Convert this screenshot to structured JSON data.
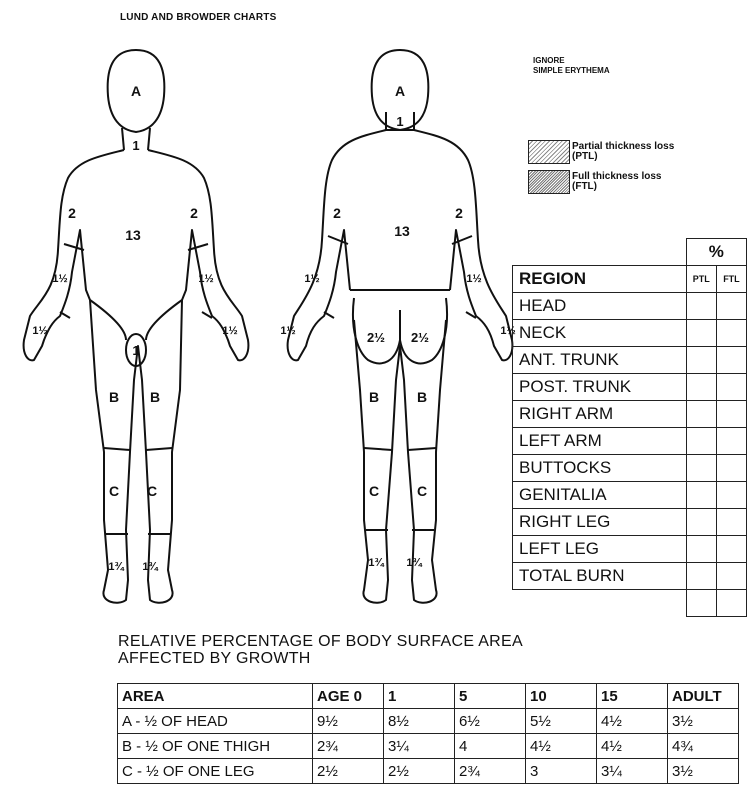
{
  "title": "LUND AND BROWDER CHARTS",
  "ignore_note": [
    "IGNORE",
    "SIMPLE ERYTHEMA"
  ],
  "legend": [
    {
      "label": "Partial thickness loss",
      "abbr": "(PTL)"
    },
    {
      "label": "Full thickness loss",
      "abbr": "(FTL)"
    }
  ],
  "front_labels": {
    "head": "A",
    "neck": "1",
    "trunk": "13",
    "upper_arm_r": "2",
    "upper_arm_l": "2",
    "forearm_r": "1½",
    "forearm_l": "1½",
    "hand_r": "1½",
    "hand_l": "1½",
    "genitalia": "1",
    "thigh_r": "B",
    "thigh_l": "B",
    "leg_r": "C",
    "leg_l": "C",
    "foot_r": "1¾",
    "foot_l": "1¾"
  },
  "back_labels": {
    "head": "A",
    "neck": "1",
    "trunk": "13",
    "upper_arm_r": "2",
    "upper_arm_l": "2",
    "forearm_r": "1½",
    "forearm_l": "1½",
    "hand_r": "1½",
    "hand_l": "1½",
    "buttock_r": "2½",
    "buttock_l": "2½",
    "thigh_r": "B",
    "thigh_l": "B",
    "leg_r": "C",
    "leg_l": "C",
    "foot_r": "1¾",
    "foot_l": "1¾"
  },
  "region_table": {
    "percent_header": "%",
    "region_header": "REGION",
    "col_ptl": "PTL",
    "col_ftl": "FTL",
    "rows": [
      "HEAD",
      "NECK",
      "ANT. TRUNK",
      "POST. TRUNK",
      "RIGHT ARM",
      "LEFT ARM",
      "BUTTOCKS",
      "GENITALIA",
      "RIGHT LEG",
      "LEFT LEG",
      "TOTAL BURN"
    ]
  },
  "growth": {
    "title_line1": "RELATIVE PERCENTAGE OF BODY SURFACE AREA",
    "title_line2": "AFFECTED BY GROWTH",
    "headers": [
      "AREA",
      "AGE 0",
      "1",
      "5",
      "10",
      "15",
      "ADULT"
    ],
    "rows": [
      [
        "A - ½ OF HEAD",
        "9½",
        "8½",
        "6½",
        "5½",
        "4½",
        "3½"
      ],
      [
        "B - ½ OF ONE THIGH",
        "2¾",
        "3¼",
        "4",
        "4½",
        "4½",
        "4¾"
      ],
      [
        "C - ½ OF ONE LEG",
        "2½",
        "2½",
        "2¾",
        "3",
        "3¼",
        "3½"
      ]
    ]
  }
}
